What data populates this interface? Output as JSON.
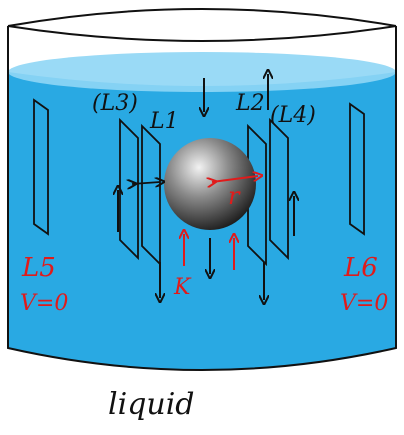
{
  "diagram": {
    "caption": "liquid",
    "labels": {
      "l1": "L1",
      "l2": "L2",
      "l3": "(L3)",
      "l4": "(L4)",
      "l5": "L5",
      "l6": "L6",
      "v_left": "V=0",
      "v_right": "V=0",
      "r": "r",
      "k": "K"
    },
    "colors": {
      "liquid": "#29a9e3",
      "liquid_surface": "#8fd6f5",
      "outline": "#111111",
      "annotation_red": "#e01b1b",
      "sphere_light": "#eeeeee",
      "sphere_dark": "#1e1e1e"
    }
  }
}
